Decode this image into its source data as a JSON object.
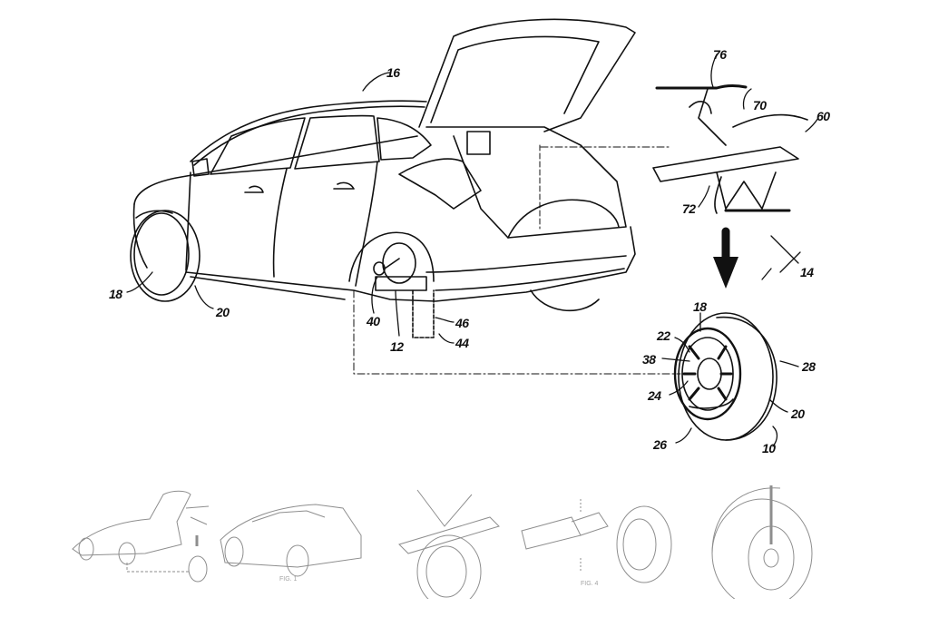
{
  "figure": {
    "title": "Patent drawing: vehicle with detachable wheel forming a personal mobility device",
    "labels": {
      "vehicle": "16",
      "front_wheel_hub": "18",
      "front_tire": "20",
      "rear_hub_axle": "12",
      "axle_flange": "40",
      "stand": "44",
      "stand_leg": "46",
      "unicycle_assembly": "60",
      "seat": "70",
      "frame": "72",
      "handlebar": "76",
      "system": "14",
      "wheel_hub": "18",
      "wheel_rim": "22",
      "hub_center": "38",
      "spokes": "24",
      "wheel_face": "26",
      "tire_side": "28",
      "tire": "20",
      "wheel_assembly": "10"
    }
  },
  "thumbnails": [
    {
      "name": "overview",
      "caption": ""
    },
    {
      "name": "car-side",
      "caption": "FIG. 1"
    },
    {
      "name": "unicycle-wheel",
      "caption": ""
    },
    {
      "name": "exploded-axle",
      "caption": "FIG. 4"
    },
    {
      "name": "fender-wheel",
      "caption": ""
    }
  ]
}
